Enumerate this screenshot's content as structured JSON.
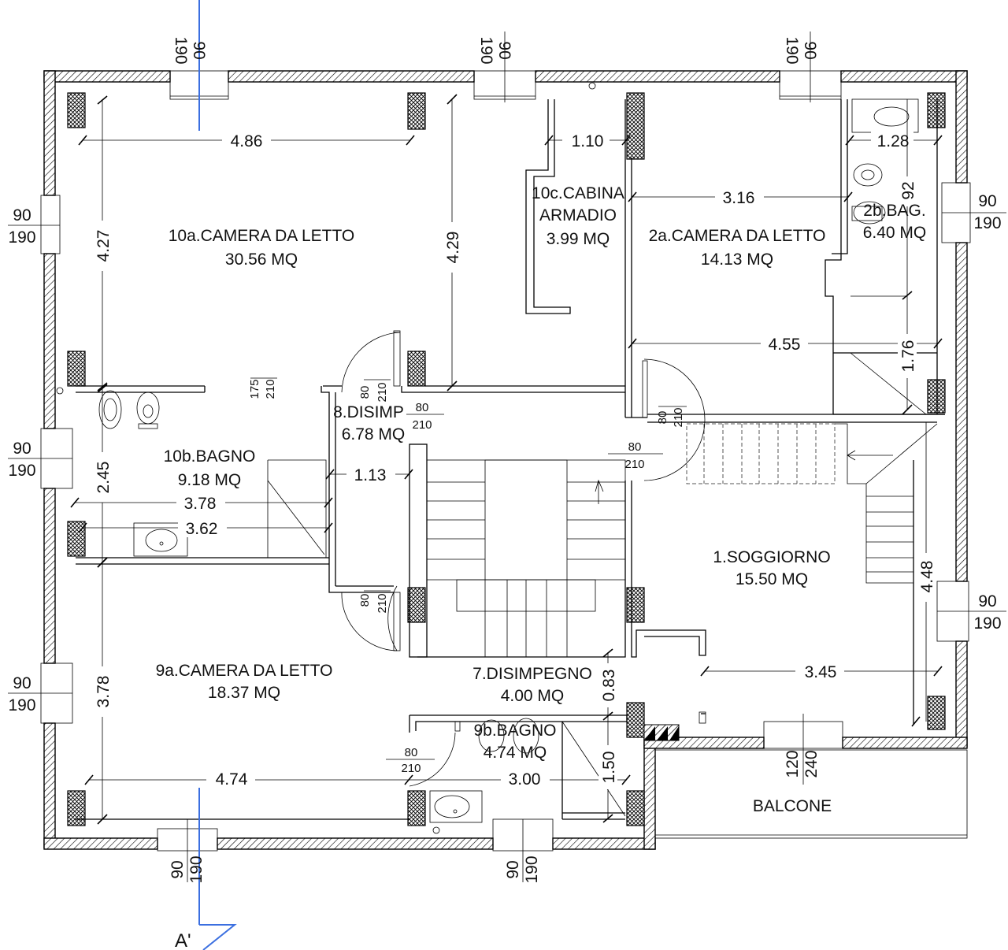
{
  "rooms": [
    {
      "name": "10a.CAMERA DA LETTO",
      "area": "30.56 MQ"
    },
    {
      "name": "10c.CABINA",
      "name2": "ARMADIO",
      "area": "3.99 MQ"
    },
    {
      "name": "2a.CAMERA DA LETTO",
      "area": "14.13 MQ"
    },
    {
      "name": "2b.BAG.",
      "area": "6.40 MQ"
    },
    {
      "name": "10b.BAGNO",
      "area": "9.18 MQ"
    },
    {
      "name": "8.DISIMP",
      "area": "6.78 MQ"
    },
    {
      "name": "1.SOGGIORNO",
      "area": "15.50 MQ"
    },
    {
      "name": "9a.CAMERA DA LETTO",
      "area": "18.37 MQ"
    },
    {
      "name": "7.DISIMPEGNO",
      "area": "4.00 MQ"
    },
    {
      "name": "9b.BAGNO",
      "area": "4.74 MQ"
    },
    {
      "name": "BALCONE"
    }
  ],
  "dimensions": {
    "d_486": "4.86",
    "d_110": "1.10",
    "d_128": "1.28",
    "d_316": "3.16",
    "d_427": "4.27",
    "d_429": "4.29",
    "d_455": "4.55",
    "d_176": "1.76",
    "d_92": "92",
    "d_245": "2.45",
    "d_113": "1.13",
    "d_378h": "3.78",
    "d_362": "3.62",
    "d_448": "4.48",
    "d_378v": "3.78",
    "d_345": "3.45",
    "d_083": "0.83",
    "d_474": "4.74",
    "d_300": "3.00",
    "d_150": "1.50"
  },
  "windows": {
    "w_90": "90",
    "w_190": "190",
    "w_120": "120",
    "w_240": "240"
  },
  "doors": {
    "d_175": "175",
    "d_210": "210",
    "d_80": "80"
  },
  "section_mark": "A'"
}
